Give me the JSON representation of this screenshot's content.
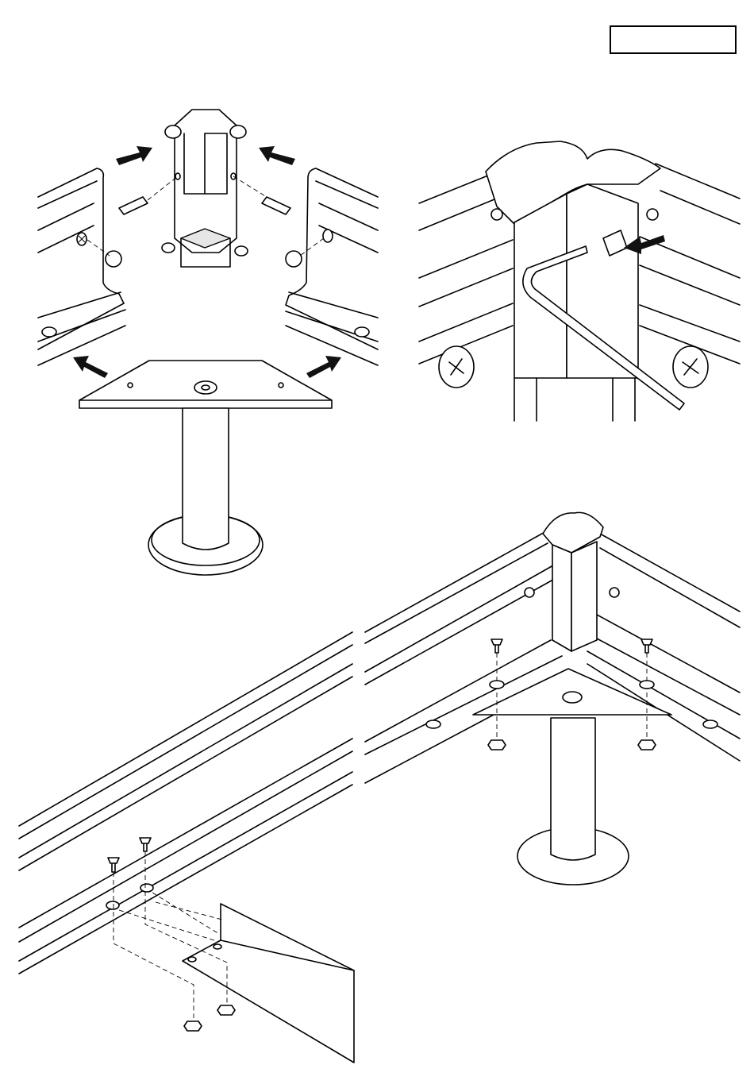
{
  "page": {
    "part_label_box": ""
  },
  "figures": {
    "corner_exploded": {
      "arrows": 4,
      "dowels": 2,
      "cam_locks": 2
    },
    "hex_key_detail": {
      "arrows": 1,
      "cross_screws": 2
    },
    "frame_corner_assembled": {
      "bolts": 2,
      "nuts": 2
    },
    "rail_joint": {
      "bolts": 2,
      "nuts": 2
    }
  }
}
